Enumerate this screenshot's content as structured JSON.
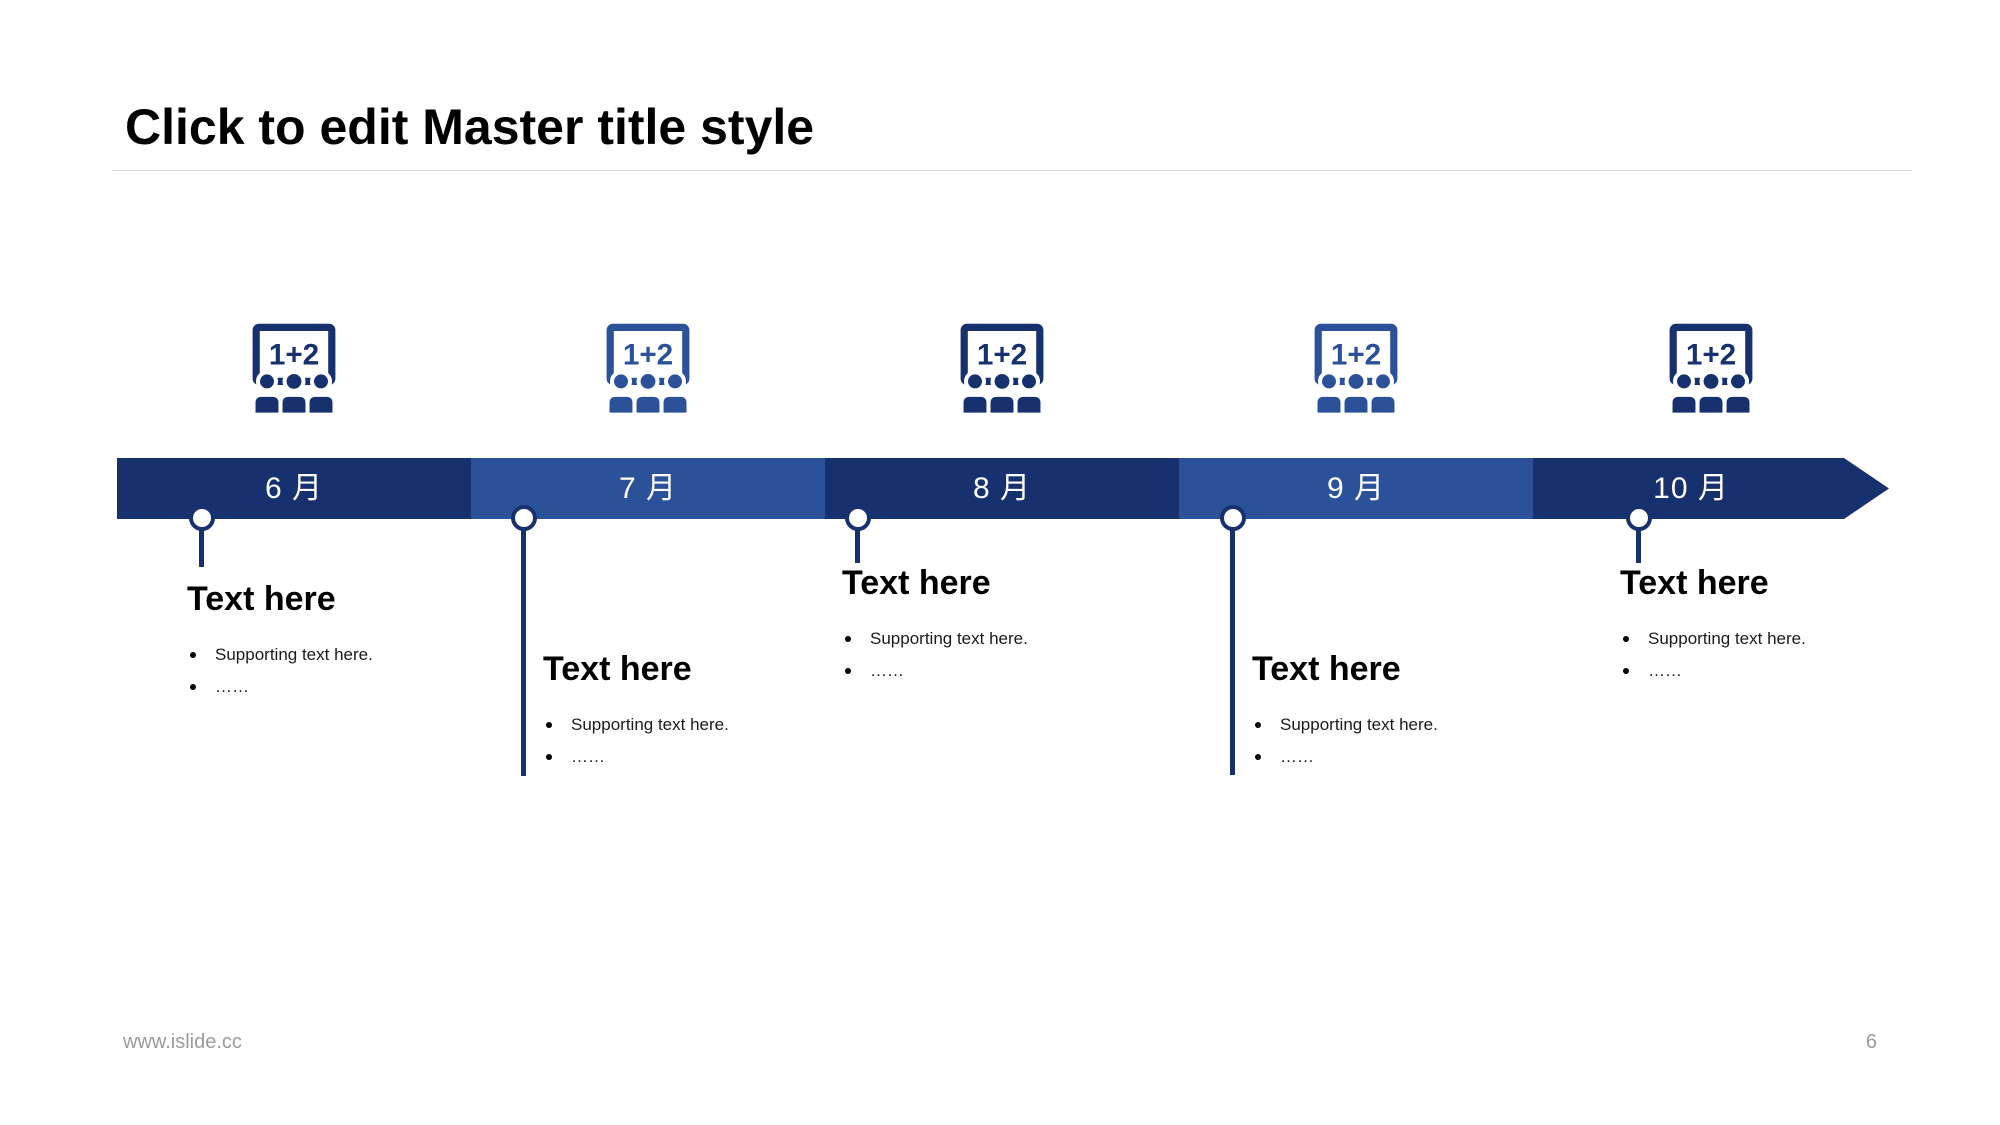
{
  "page": {
    "title": "Click to edit Master title style",
    "footer": {
      "website": "www.islide.cc",
      "page_number": "6"
    }
  },
  "colors": {
    "dark_blue": "#17316E",
    "light_blue": "#2B5299",
    "bar_text": "#FFFFFF"
  },
  "timeline": {
    "icon_label": "1+2",
    "icon_name": "classroom-presentation-icon",
    "items": [
      {
        "month": "6 月",
        "tone": "dark",
        "title": "Text here",
        "bullets": [
          "Supporting text here.",
          "……"
        ]
      },
      {
        "month": "7 月",
        "tone": "light",
        "title": "Text here",
        "bullets": [
          "Supporting text here.",
          "……"
        ]
      },
      {
        "month": "8 月",
        "tone": "dark",
        "title": "Text here",
        "bullets": [
          "Supporting text here.",
          "……"
        ]
      },
      {
        "month": "9 月",
        "tone": "light",
        "title": "Text here",
        "bullets": [
          "Supporting text here.",
          "……"
        ]
      },
      {
        "month": "10 月",
        "tone": "dark",
        "title": "Text here",
        "bullets": [
          "Supporting text here.",
          "……"
        ]
      }
    ]
  }
}
